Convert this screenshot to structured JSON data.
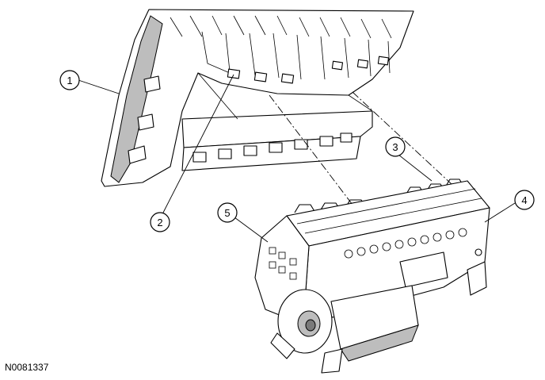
{
  "callouts": [
    {
      "id": "1",
      "label": "1"
    },
    {
      "id": "2",
      "label": "2"
    },
    {
      "id": "3",
      "label": "3"
    },
    {
      "id": "4",
      "label": "4"
    },
    {
      "id": "5",
      "label": "5"
    }
  ],
  "reference": "N0081337",
  "colors": {
    "line": "#000000",
    "background": "#ffffff",
    "shade": "#bdbdbd"
  }
}
